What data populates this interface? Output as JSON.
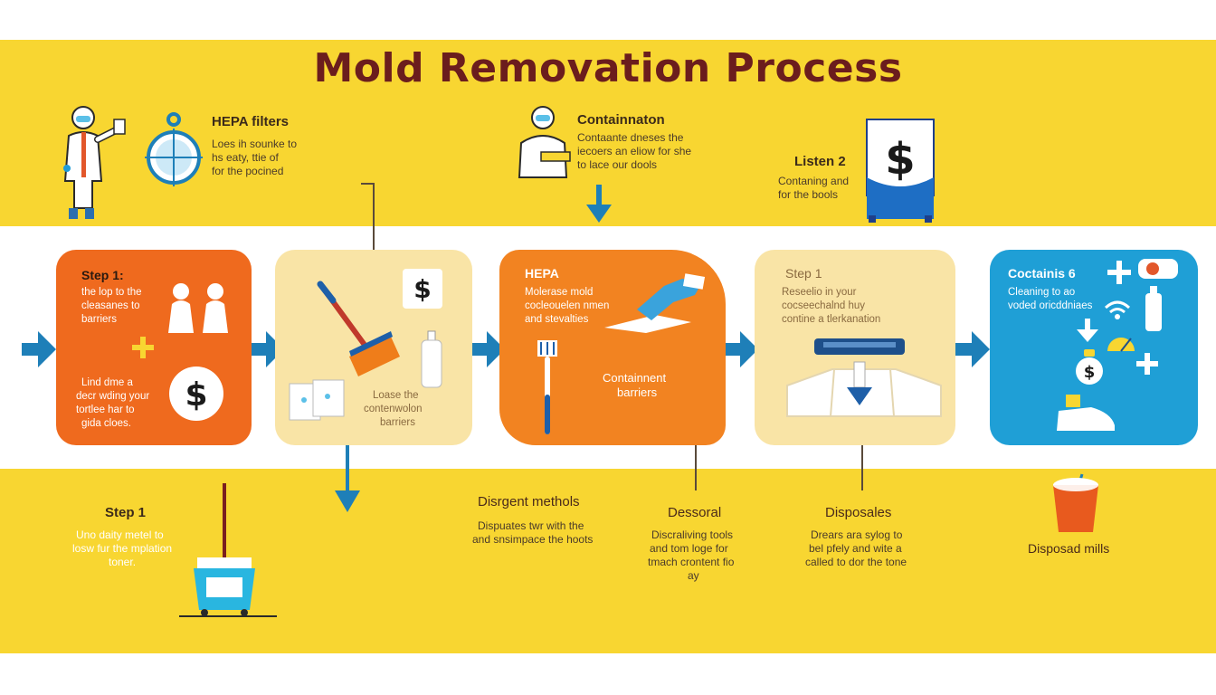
{
  "title": "Mold Removation Process",
  "top": {
    "hepa": {
      "heading": "HEPA filters",
      "lines": [
        "Loes ih sounke to",
        "hs eaty, ttie of",
        "for the pocined"
      ]
    },
    "containment": {
      "heading": "Containnaton",
      "lines": [
        "Contaante dneses the",
        "iecoers an eliow for she",
        "to lace our dools"
      ]
    },
    "listen": {
      "heading": "Listen 2",
      "lines": [
        "Contaning and",
        "for the bools"
      ]
    }
  },
  "cards": [
    {
      "heading": "Step 1:",
      "lines_a": [
        "the lop to the",
        "cleasanes to",
        "barriers"
      ],
      "lines_b": [
        "Lind dme a",
        "decr wding your",
        "tortlee har to",
        "gida cloes."
      ]
    },
    {
      "lines": [
        "Loase the",
        "contenwolon",
        "barriers"
      ]
    },
    {
      "heading": "HEPA",
      "lines": [
        "Molerase mold",
        "cocleouelen nmen",
        "and stevalties"
      ],
      "label": [
        "Containnent",
        "barriers"
      ]
    },
    {
      "heading": "Step 1",
      "lines": [
        "Reseelio in your",
        "cocseechalnd huy",
        "contine a tlerkanation"
      ]
    },
    {
      "heading": "Coctainis 6",
      "lines": [
        "Cleaning to ao",
        "voded oricddniaes"
      ]
    }
  ],
  "bottom": {
    "step": {
      "heading": "Step 1",
      "lines": [
        "Uno daity metel to",
        "losw fur the mplation",
        "toner."
      ]
    },
    "methods": {
      "heading": "Disrgent methols",
      "lines": [
        "Dispuates twr with the",
        "and snsimpace the hoots"
      ]
    },
    "dessoral": {
      "heading": "Dessoral",
      "lines": [
        "Discraliving tools",
        "and tom loge for",
        "tmach crontent fio",
        "ay"
      ]
    },
    "disposales": {
      "heading": "Disposales",
      "lines": [
        "Drears ara sylog to",
        "bel pfely and wite a",
        "called to dor the tone"
      ]
    },
    "mills": {
      "heading": "Disposad mills"
    }
  },
  "colors": {
    "accent": "#6b1d1d",
    "yellow": "#f8d631",
    "orange": "#ef6a1e",
    "blue": "#1f9fd6",
    "arrow": "#1e7fb8"
  }
}
